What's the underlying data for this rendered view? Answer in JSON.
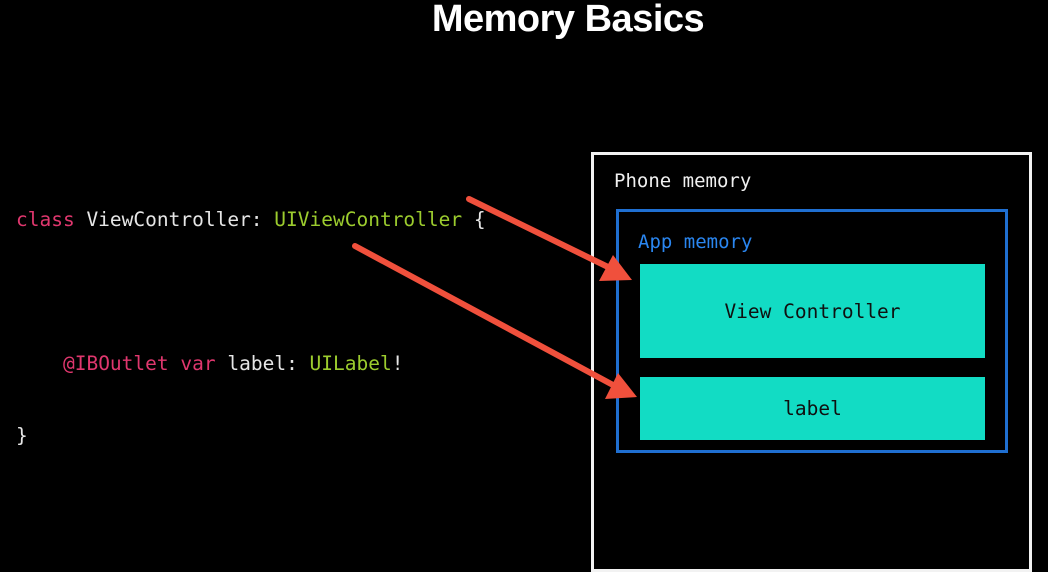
{
  "slide": {
    "title": "Memory Basics"
  },
  "code": {
    "line1": {
      "keyword": "class",
      "name": " ViewController: ",
      "superclass": "UIViewController",
      "brace": " {"
    },
    "line2": {
      "indent": "    ",
      "attribute": "@IBOutlet",
      "space1": " ",
      "keyword": "var",
      "name": " label: ",
      "type": "UILabel",
      "bang": "!"
    },
    "line3": {
      "brace": "}"
    }
  },
  "memory": {
    "phone_label": "Phone memory",
    "app_label": "App memory",
    "view_controller_label": "View Controller",
    "label_object_label": "label"
  },
  "colors": {
    "background": "#000000",
    "keyword": "#e0376e",
    "type": "#9ccc2e",
    "phone_border": "#f2f2f2",
    "app_border": "#1f6fd1",
    "app_label": "#2a86f0",
    "block_fill": "#12dcc4",
    "arrow": "#f0503c"
  }
}
